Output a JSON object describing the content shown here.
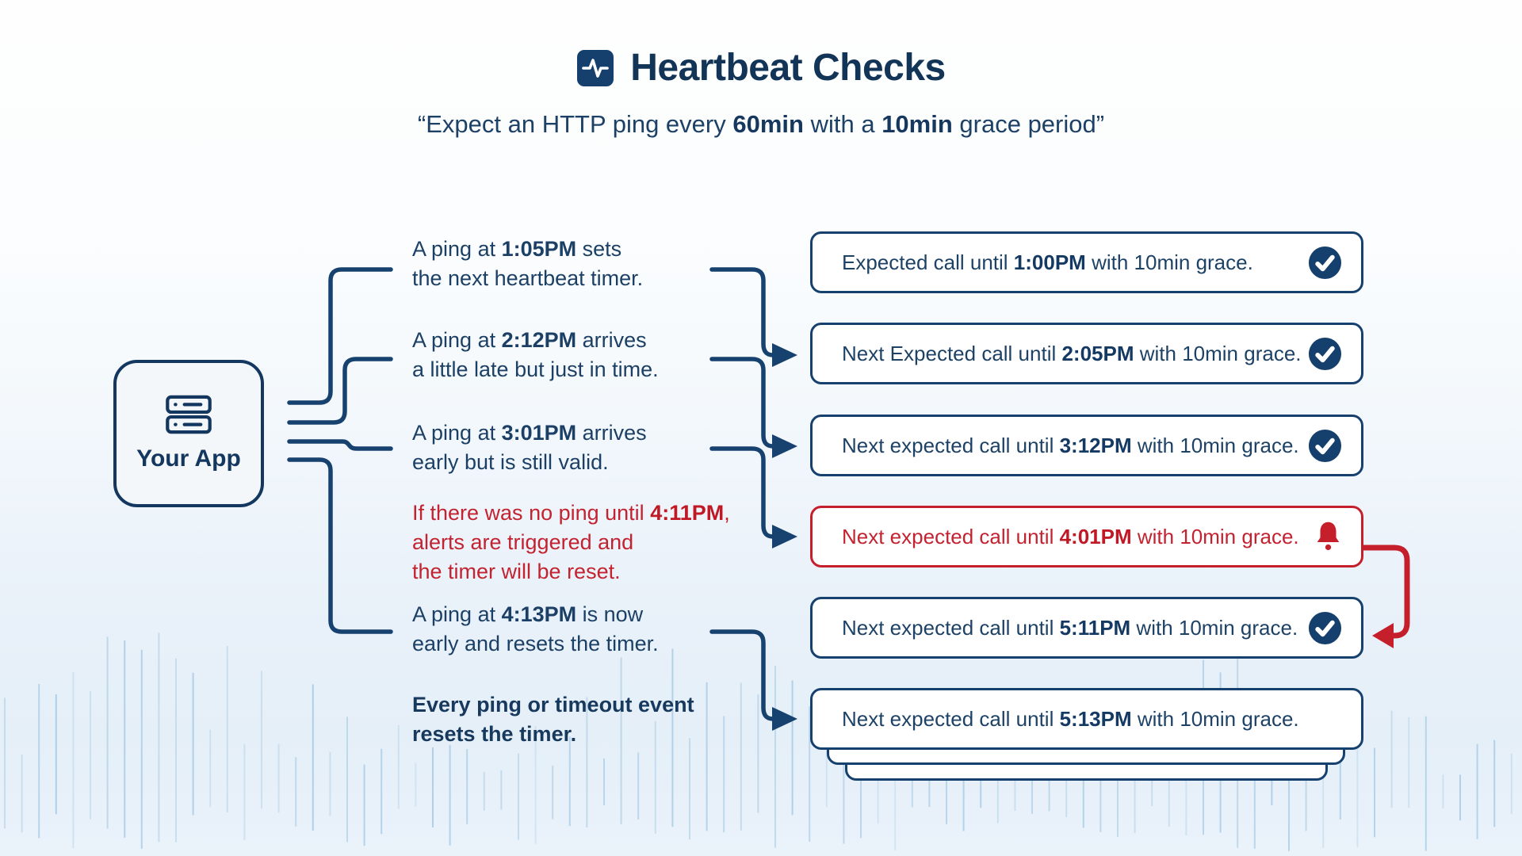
{
  "page": {
    "title": "Heartbeat Checks",
    "subtitle": [
      {
        "t": "“Expect an HTTP ping every ",
        "b": false
      },
      {
        "t": "60min",
        "b": true
      },
      {
        "t": " with a ",
        "b": false
      },
      {
        "t": "10min",
        "b": true
      },
      {
        "t": " grace period”",
        "b": false
      }
    ]
  },
  "app_node": {
    "label": "Your App",
    "icon": "server-icon"
  },
  "events": [
    {
      "variant": "normal",
      "lines": [
        [
          {
            "t": "A ping at ",
            "b": false
          },
          {
            "t": "1:05PM",
            "b": true
          },
          {
            "t": " sets",
            "b": false
          }
        ],
        [
          {
            "t": "the next heartbeat timer.",
            "b": false
          }
        ]
      ]
    },
    {
      "variant": "normal",
      "lines": [
        [
          {
            "t": "A ping at ",
            "b": false
          },
          {
            "t": "2:12PM",
            "b": true
          },
          {
            "t": " arrives",
            "b": false
          }
        ],
        [
          {
            "t": "a little late but just in time.",
            "b": false
          }
        ]
      ]
    },
    {
      "variant": "normal",
      "lines": [
        [
          {
            "t": "A ping at ",
            "b": false
          },
          {
            "t": "3:01PM",
            "b": true
          },
          {
            "t": " arrives",
            "b": false
          }
        ],
        [
          {
            "t": "early but is still valid.",
            "b": false
          }
        ]
      ]
    },
    {
      "variant": "alert",
      "lines": [
        [
          {
            "t": "If there was no ping until ",
            "b": false
          },
          {
            "t": "4:11PM",
            "b": true
          },
          {
            "t": ",",
            "b": false
          }
        ],
        [
          {
            "t": "alerts are triggered and",
            "b": false
          }
        ],
        [
          {
            "t": "the timer will be reset.",
            "b": false
          }
        ]
      ]
    },
    {
      "variant": "normal",
      "lines": [
        [
          {
            "t": "A ping at ",
            "b": false
          },
          {
            "t": "4:13PM",
            "b": true
          },
          {
            "t": " is now",
            "b": false
          }
        ],
        [
          {
            "t": "early and resets the timer.",
            "b": false
          }
        ]
      ]
    },
    {
      "variant": "emphasis",
      "lines": [
        [
          {
            "t": "Every ping or timeout event",
            "b": true
          }
        ],
        [
          {
            "t": "resets the timer.",
            "b": true
          }
        ]
      ]
    }
  ],
  "checks": [
    {
      "variant": "ok",
      "icon": "check",
      "segments": [
        {
          "t": "Expected call until ",
          "b": false
        },
        {
          "t": "1:00PM",
          "b": true
        },
        {
          "t": " with 10min grace.",
          "b": false
        }
      ]
    },
    {
      "variant": "ok",
      "icon": "check",
      "segments": [
        {
          "t": "Next Expected call until ",
          "b": false
        },
        {
          "t": "2:05PM",
          "b": true
        },
        {
          "t": " with 10min grace.",
          "b": false
        }
      ]
    },
    {
      "variant": "ok",
      "icon": "check",
      "segments": [
        {
          "t": "Next expected call until ",
          "b": false
        },
        {
          "t": "3:12PM",
          "b": true
        },
        {
          "t": " with 10min grace.",
          "b": false
        }
      ]
    },
    {
      "variant": "alert",
      "icon": "bell",
      "segments": [
        {
          "t": "Next expected call until ",
          "b": false
        },
        {
          "t": "4:01PM",
          "b": true
        },
        {
          "t": " with 10min grace.",
          "b": false
        }
      ]
    },
    {
      "variant": "ok",
      "icon": "check",
      "segments": [
        {
          "t": "Next expected call until ",
          "b": false
        },
        {
          "t": "5:11PM",
          "b": true
        },
        {
          "t": " with 10min grace.",
          "b": false
        }
      ]
    },
    {
      "variant": "plain",
      "icon": "none",
      "segments": [
        {
          "t": "Next expected call until ",
          "b": false
        },
        {
          "t": "5:13PM",
          "b": true
        },
        {
          "t": " with 10min grace.",
          "b": false
        }
      ]
    }
  ],
  "colors": {
    "navy_line": "#17416f",
    "navy_icon": "#15406d",
    "navy_title": "#123457",
    "red": "#c41f2b",
    "waveform": "#9fc6e3",
    "app_box_bg": "#f4f7fa",
    "box_bg": "#ffffff"
  }
}
